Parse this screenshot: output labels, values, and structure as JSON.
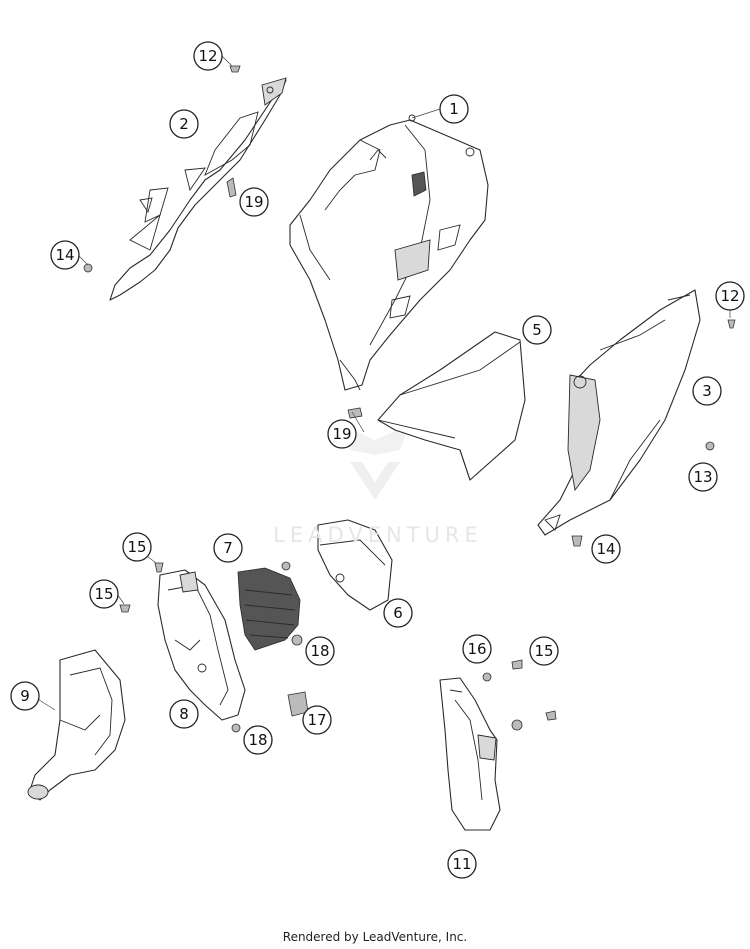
{
  "watermark": "LEADVENTURE",
  "footer": "Rendered by LeadVenture, Inc.",
  "callouts": [
    "1",
    "2",
    "3",
    "5",
    "6",
    "7",
    "8",
    "9",
    "11",
    "12",
    "12",
    "13",
    "14",
    "14",
    "15",
    "15",
    "15",
    "16",
    "17",
    "18",
    "18",
    "19",
    "19"
  ]
}
